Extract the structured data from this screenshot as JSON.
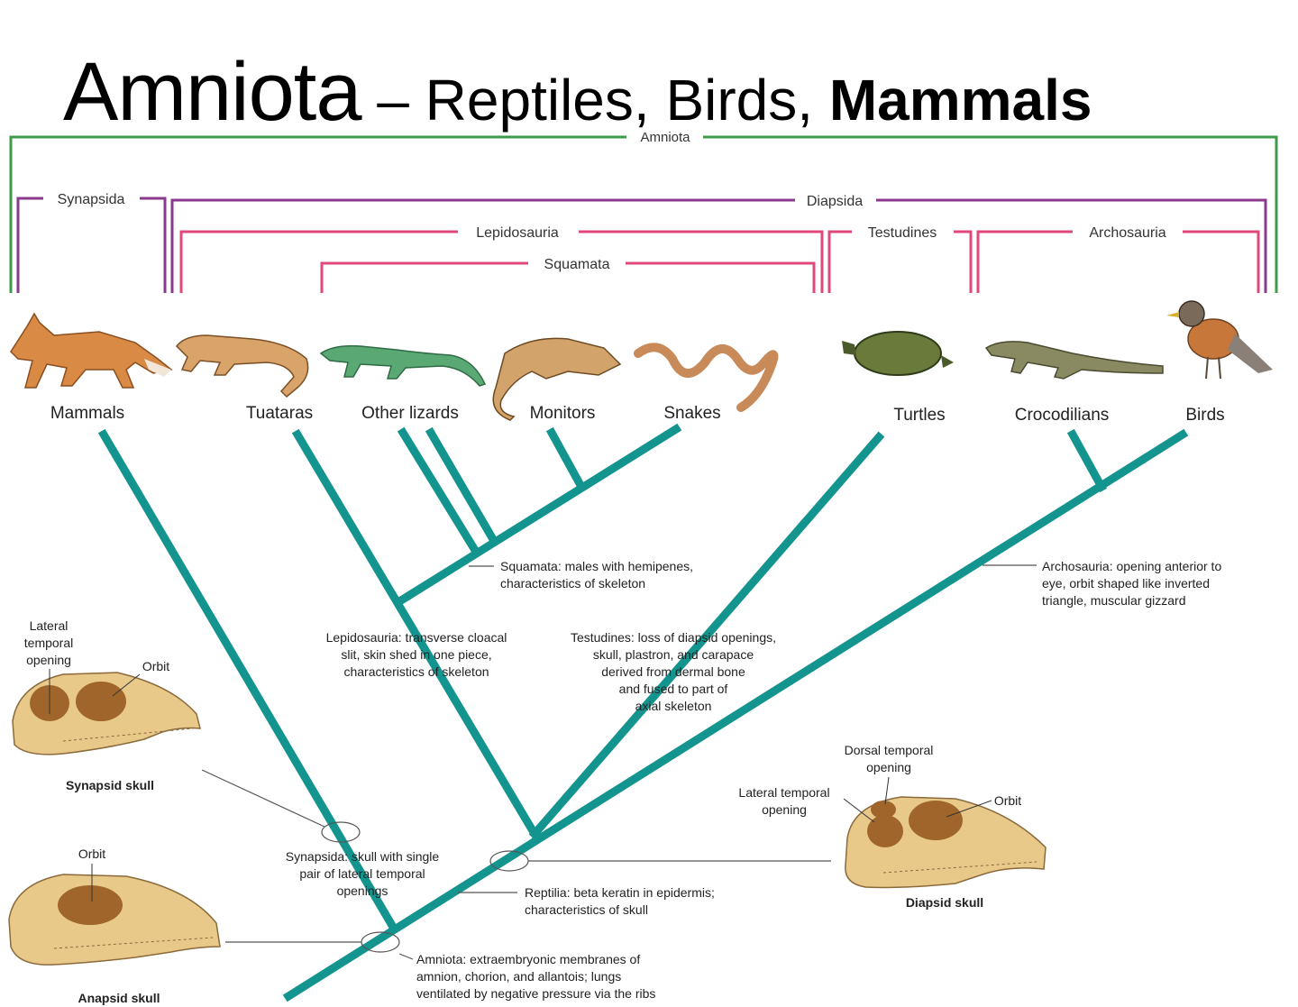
{
  "title": {
    "main": "Amniota",
    "dash": " – ",
    "sub": "Reptiles, Birds, ",
    "bold": "Mammals"
  },
  "brackets": {
    "amniota": "Amniota",
    "synapsida": "Synapsida",
    "diapsida": "Diapsida",
    "lepidosauria": "Lepidosauria",
    "testudines": "Testudines",
    "archosauria": "Archosauria",
    "squamata": "Squamata"
  },
  "taxa": {
    "mammals": "Mammals",
    "tuataras": "Tuataras",
    "other_lizards": "Other lizards",
    "monitors": "Monitors",
    "snakes": "Snakes",
    "turtles": "Turtles",
    "crocodilians": "Crocodilians",
    "birds": "Birds"
  },
  "annotations": {
    "squamata": [
      "Squamata: males with hemipenes,",
      "characteristics of skeleton"
    ],
    "archosauria": [
      "Archosauria: opening anterior to",
      "eye, orbit shaped like inverted",
      "triangle, muscular gizzard"
    ],
    "lepidosauria": [
      "Lepidosauria: transverse cloacal",
      "slit, skin shed in one piece,",
      "characteristics of skeleton"
    ],
    "testudines": [
      "Testudines: loss of diapsid openings,",
      "skull, plastron, and carapace",
      "derived from dermal bone",
      "and fused to part of",
      "axial skeleton"
    ],
    "synapsida": [
      "Synapsida: skull with single",
      "pair of lateral temporal",
      "openings"
    ],
    "reptilia": [
      "Reptilia: beta keratin in epidermis;",
      "characteristics of skull"
    ],
    "amniota": [
      "Amniota: extraembryonic membranes of",
      "amnion, chorion, and allantois; lungs",
      "ventilated by negative pressure via the ribs"
    ]
  },
  "skulls": {
    "synapsid": {
      "caption": "Synapsid skull",
      "labels": [
        "Lateral",
        "temporal",
        "opening"
      ],
      "orbit": "Orbit"
    },
    "anapsid": {
      "caption": "Anapsid skull",
      "orbit": "Orbit"
    },
    "diapsid": {
      "caption": "Diapsid skull",
      "dorsal": [
        "Dorsal temporal",
        "opening"
      ],
      "lateral": [
        "Lateral temporal",
        "opening"
      ],
      "orbit": "Orbit"
    }
  },
  "colors": {
    "amniota_bracket": "#3c9a4a",
    "synapsida_bracket": "#8a3a8c",
    "diapsida_bracket": "#8a3a8c",
    "pink_bracket": "#e0477a",
    "tree": "#14948f",
    "bone": "#e9c98a",
    "opening": "#a0652b"
  }
}
